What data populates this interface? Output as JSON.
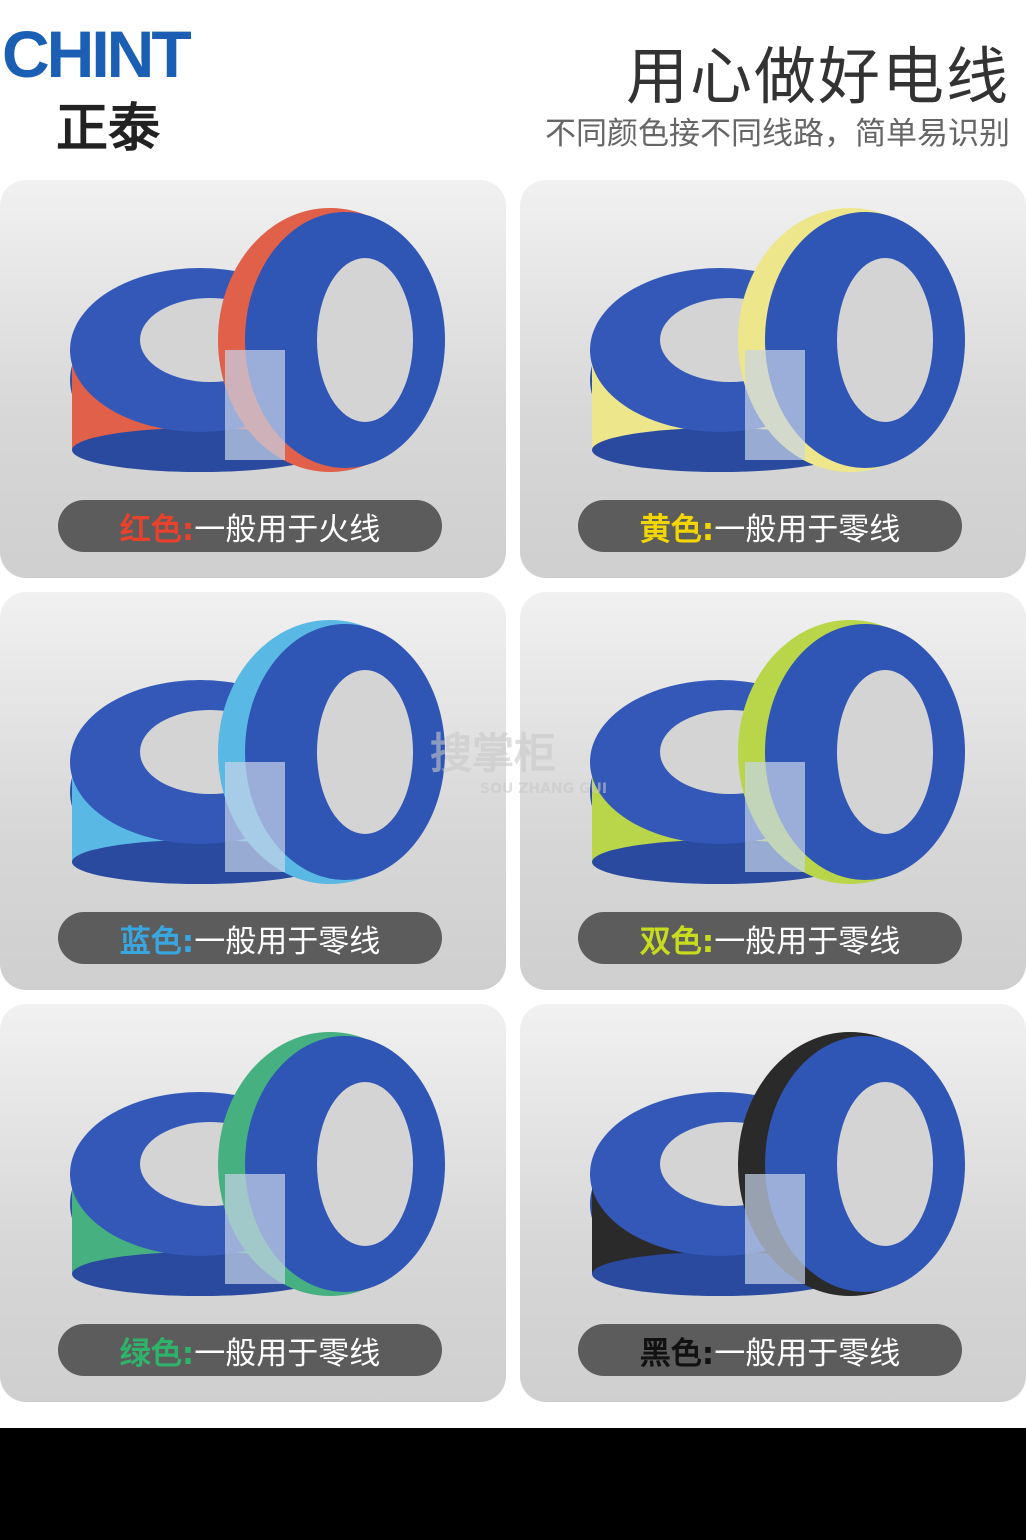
{
  "brand": {
    "logo_en": "CHINT",
    "logo_cn": "正泰"
  },
  "header": {
    "title": "用心做好电线",
    "subtitle": "不同颜色接不同线路，简单易识别"
  },
  "cards": [
    {
      "color_name": "红色:",
      "usage": "一般用于火线",
      "label_color": "#e8412c",
      "wire_color": "#e0604a"
    },
    {
      "color_name": "黄色:",
      "usage": "一般用于零线",
      "label_color": "#f2d600",
      "wire_color": "#eee68a"
    },
    {
      "color_name": "蓝色:",
      "usage": "一般用于零线",
      "label_color": "#3aa6e0",
      "wire_color": "#5ab8e4"
    },
    {
      "color_name": "双色:",
      "usage": "一般用于零线",
      "label_color": "#c8dc1e",
      "wire_color": "#b9d64a"
    },
    {
      "color_name": "绿色:",
      "usage": "一般用于零线",
      "label_color": "#2fb36a",
      "wire_color": "#46b080"
    },
    {
      "color_name": "黑色:",
      "usage": "一般用于零线",
      "label_color": "#111111",
      "wire_color": "#2a2a2a"
    }
  ],
  "watermark": {
    "text": "搜掌柜",
    "sub": "SOU ZHANG GUI"
  }
}
